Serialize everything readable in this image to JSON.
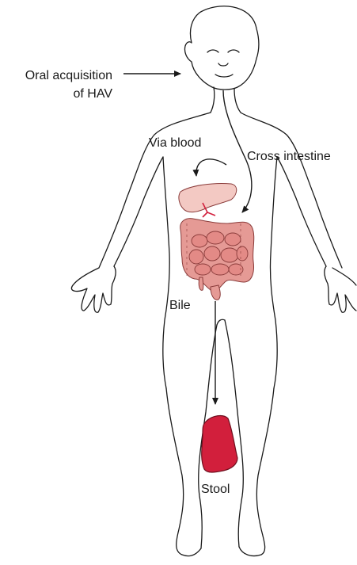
{
  "labels": {
    "oral_line1": "Oral acquisition",
    "oral_line2": "of HAV",
    "via_blood": "Via blood",
    "cross_intestine": "Cross intestine",
    "bile": "Bile",
    "stool": "Stool"
  },
  "colors": {
    "outline": "#1a1a1a",
    "liver": "#f3c9c3",
    "intestine": "#e59a95",
    "stool": "#d21f3c"
  }
}
